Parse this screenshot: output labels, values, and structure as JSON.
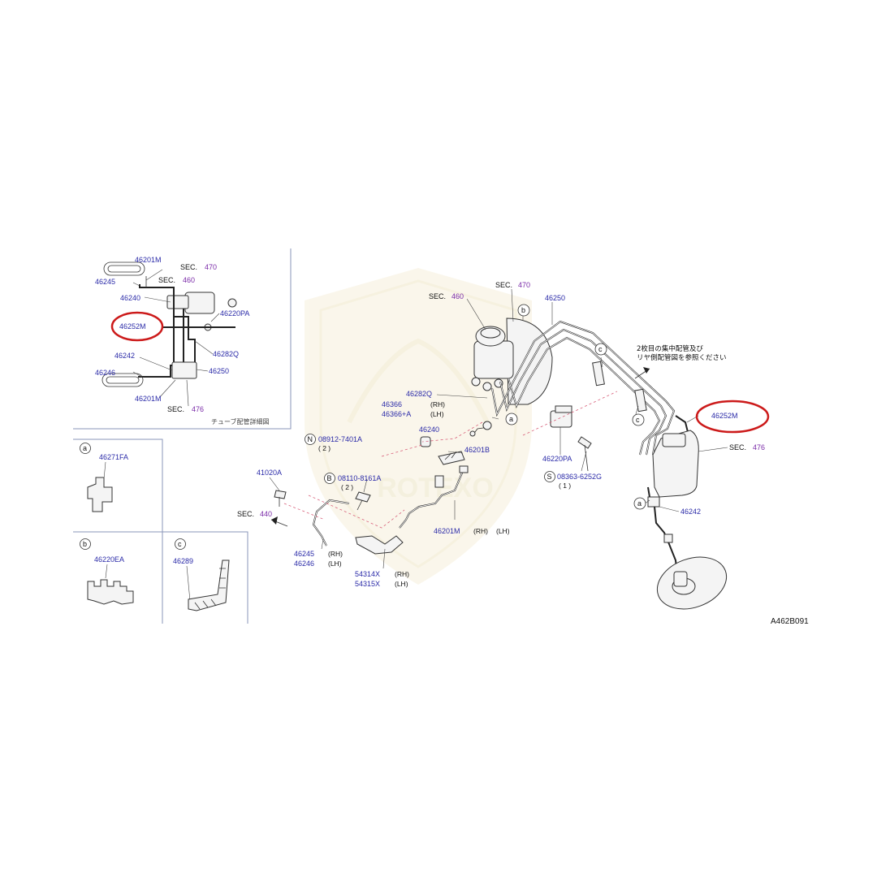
{
  "diagram_id": "A462B091",
  "colors": {
    "part_number": "#2a2aa8",
    "section_number": "#7a2aa8",
    "highlight": "#cc1a1a",
    "dashed_reference": "#d8607a"
  },
  "watermark": {
    "text": "ROTEXO"
  },
  "inset": {
    "caption": "チューブ配管詳細図",
    "labels": {
      "p46201m_top": "46201M",
      "p46245": "46245",
      "p46240": "46240",
      "p46252m": "46252M",
      "p46242": "46242",
      "p46246": "46246",
      "p46201m_bottom": "46201M",
      "p46220pa": "46220PA",
      "p46282q": "46282Q",
      "p46250": "46250"
    },
    "sections": {
      "s470": {
        "prefix": "SEC.",
        "num": "470"
      },
      "s460": {
        "prefix": "SEC.",
        "num": "460"
      },
      "s476": {
        "prefix": "SEC.",
        "num": "476"
      }
    }
  },
  "detail_boxes": [
    {
      "letter": "a",
      "part": "46271FA"
    },
    {
      "letter": "b",
      "part": "46220EA"
    },
    {
      "letter": "c",
      "part": "46289"
    }
  ],
  "main": {
    "sections": {
      "s460": {
        "prefix": "SEC.",
        "num": "460"
      },
      "s470": {
        "prefix": "SEC.",
        "num": "470"
      },
      "s476": {
        "prefix": "SEC.",
        "num": "476"
      },
      "s440": {
        "prefix": "SEC.",
        "num": "440"
      }
    },
    "labels": {
      "p46250": "46250",
      "p46282q": "46282Q",
      "p46366": "46366",
      "p46366a": "46366+A",
      "p46240": "46240",
      "p46201b": "46201B",
      "p46220pa": "46220PA",
      "p08363": "08363-6252G",
      "p08363_qty": "( 1 )",
      "p08912": "08912-7401A",
      "p08912_qty": "( 2 )",
      "p08110": "08110-8161A",
      "p08110_qty": "( 2 )",
      "p41020a": "41020A",
      "p46245": "46245",
      "p46246": "46246",
      "p54314x": "54314X",
      "p54315x": "54315X",
      "p46201m": "46201M",
      "p46252m": "46252M",
      "p46242": "46242"
    },
    "sides": {
      "rh": "(RH)",
      "lh": "(LH)"
    },
    "circles": {
      "a": "a",
      "b": "b",
      "c": "c",
      "n": "N",
      "bolt_b": "B",
      "s": "S"
    },
    "note_line1": "2枚目の集中配管及び",
    "note_line2": "リヤ側配管図を参照ください"
  }
}
